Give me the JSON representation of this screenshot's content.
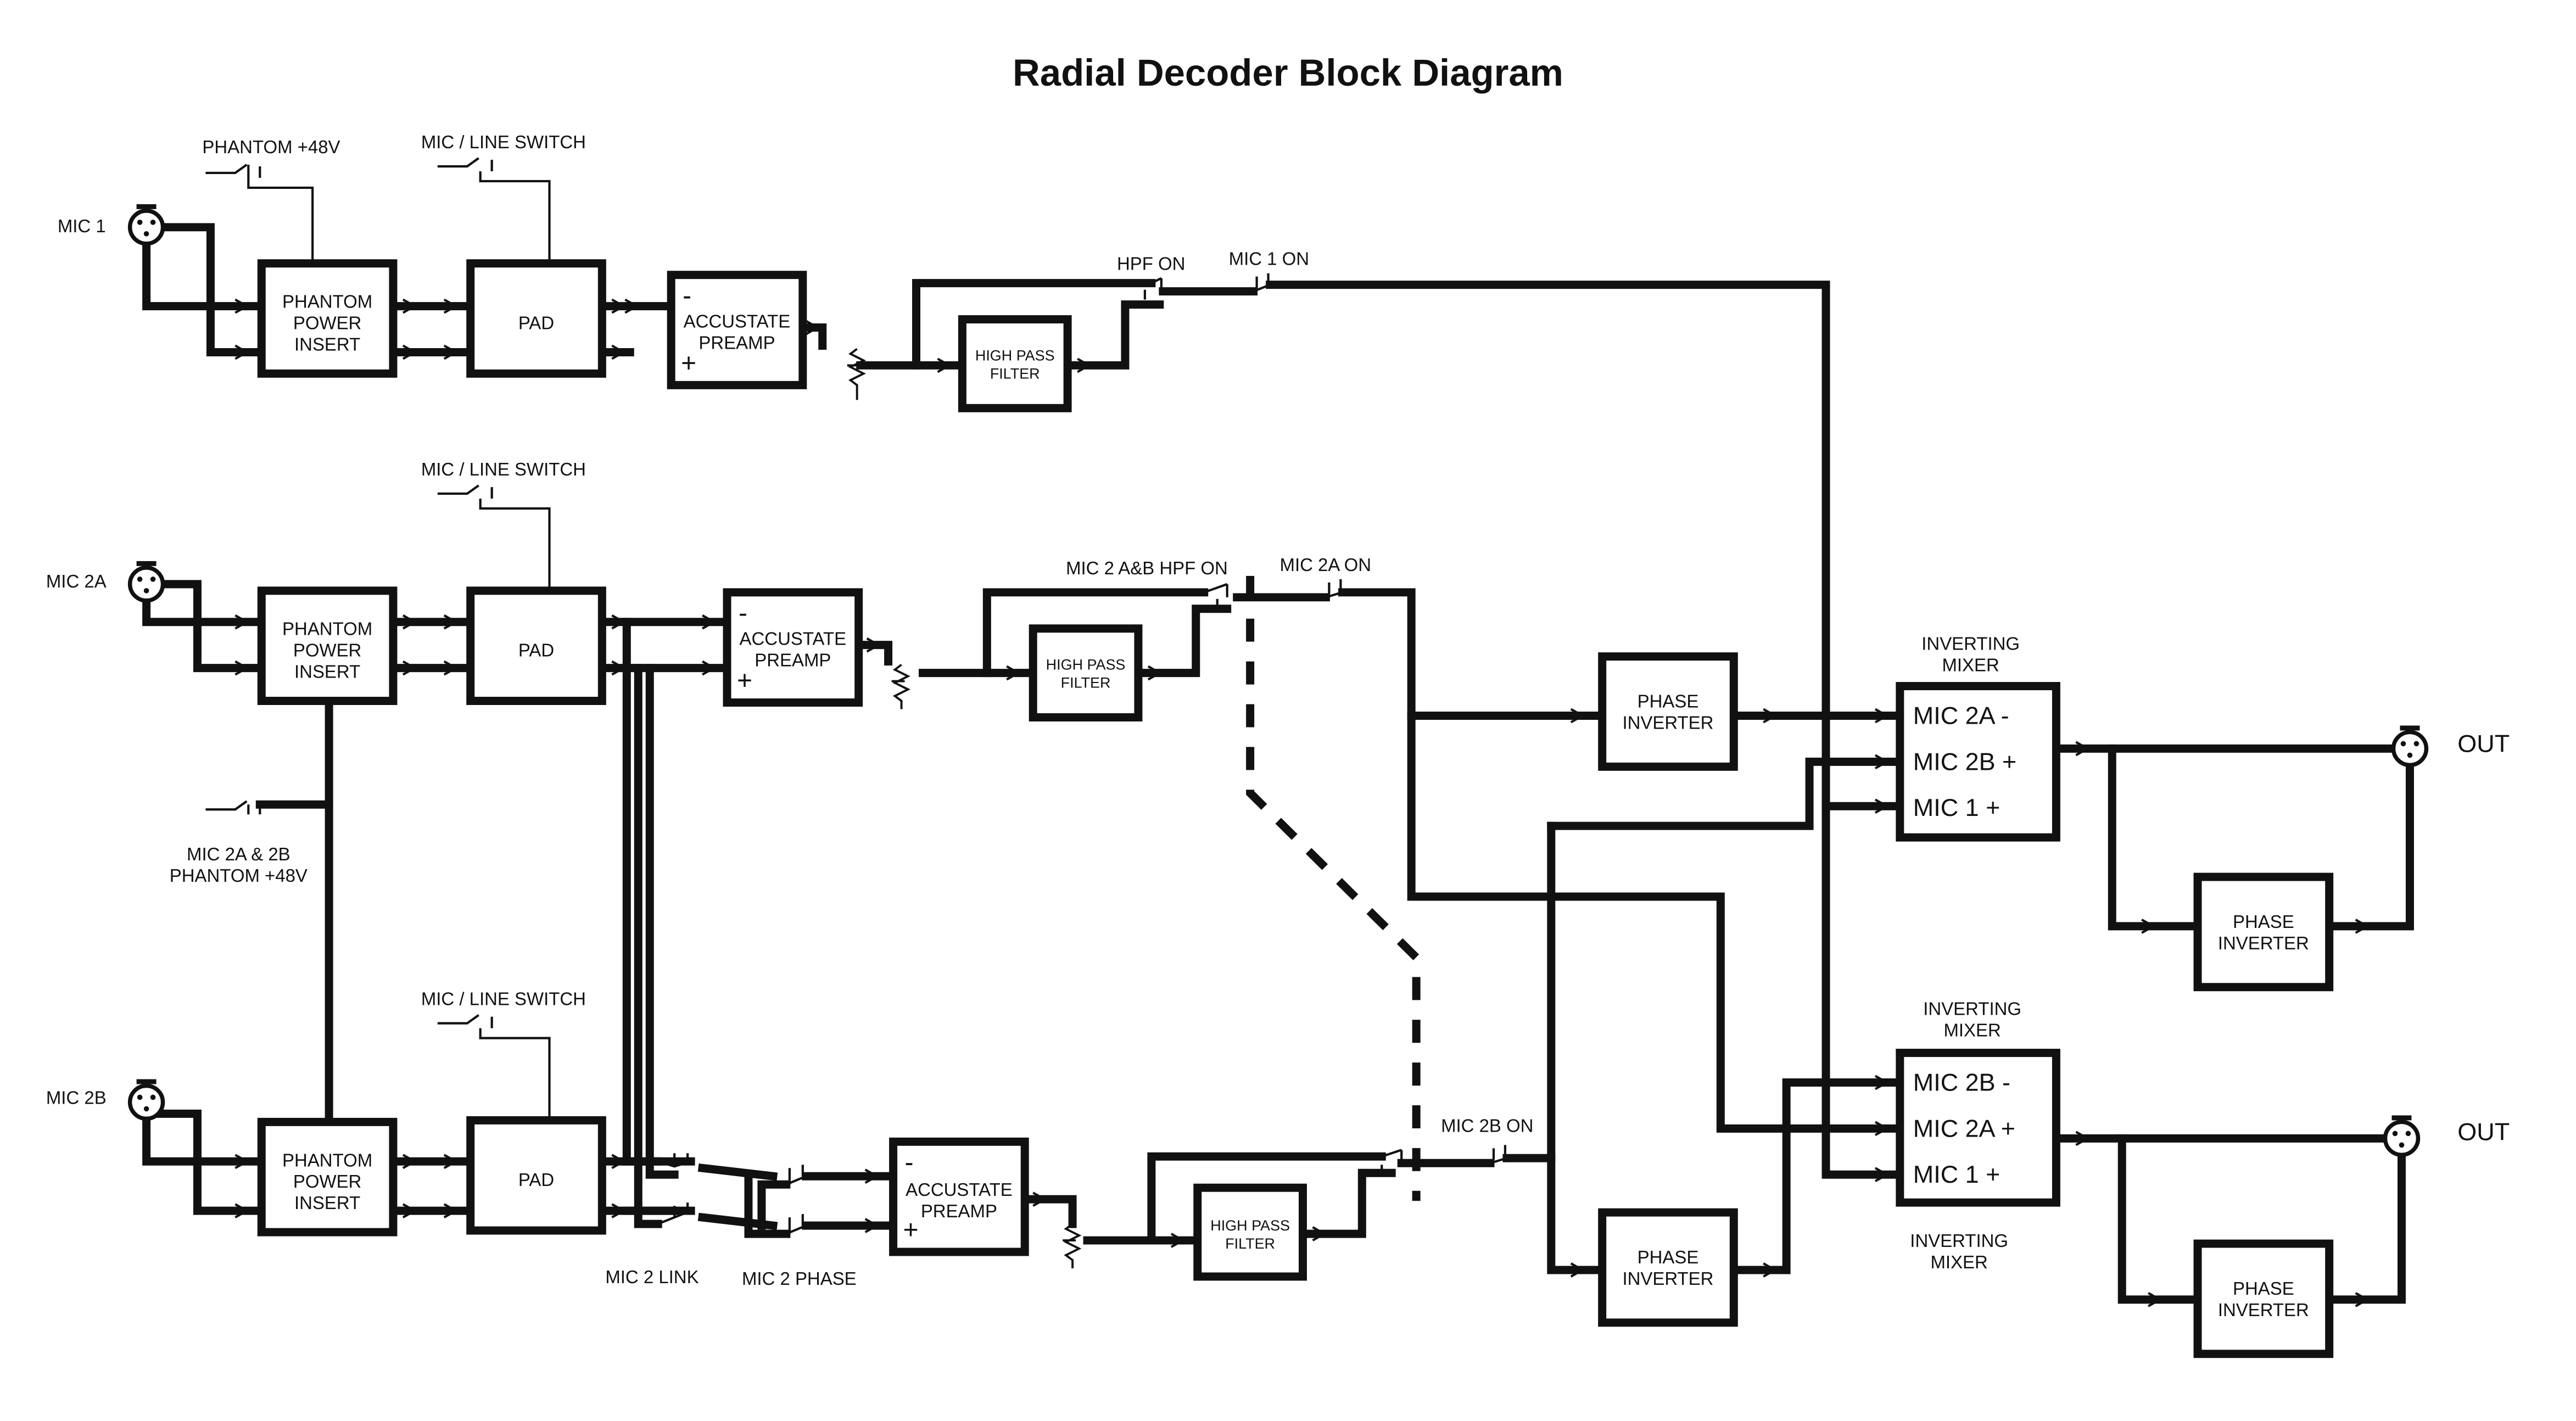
{
  "title": "Radial Decoder Block Diagram",
  "colors": {
    "line": "#111111",
    "background": "#ffffff"
  },
  "labels": {
    "mic1": "MIC 1",
    "mic2a": "MIC 2A",
    "mic2b": "MIC 2B",
    "phantom48": "PHANTOM +48V",
    "micline1": "MIC / LINE SWITCH",
    "micline2": "MIC / LINE SWITCH",
    "micline3": "MIC / LINE SWITCH",
    "phantom2ab_1": "MIC 2A & 2B",
    "phantom2ab_2": "PHANTOM +48V",
    "hpf_on": "HPF ON",
    "mic1_on": "MIC 1 ON",
    "mic2ab_hpf_on": "MIC 2 A&B HPF ON",
    "mic2a_on": "MIC 2A ON",
    "mic2b_on": "MIC 2B ON",
    "mic2_link": "MIC 2 LINK",
    "mic2_phase": "MIC 2 PHASE",
    "out1": "OUT",
    "out2": "OUT",
    "inv_mixer_top": [
      "INVERTING",
      "MIXER"
    ],
    "inv_mixer_mid": [
      "INVERTING",
      "MIXER"
    ],
    "inv_mixer_bot": [
      "INVERTING",
      "MIXER"
    ]
  },
  "blocks": {
    "phantom_insert": [
      "PHANTOM",
      "POWER",
      "INSERT"
    ],
    "pad": "PAD",
    "preamp": [
      "ACCUSTATE",
      "PREAMP"
    ],
    "preamp_minus": "-",
    "preamp_plus": "+",
    "hpf": [
      "HIGH PASS",
      "FILTER"
    ],
    "phase_inverter": [
      "PHASE",
      "INVERTER"
    ]
  },
  "mixer1_inputs": [
    "MIC 2A -",
    "MIC 2B +",
    "MIC 1 +"
  ],
  "mixer2_inputs": [
    "MIC 2B -",
    "MIC 2A +",
    "MIC 1 +"
  ]
}
